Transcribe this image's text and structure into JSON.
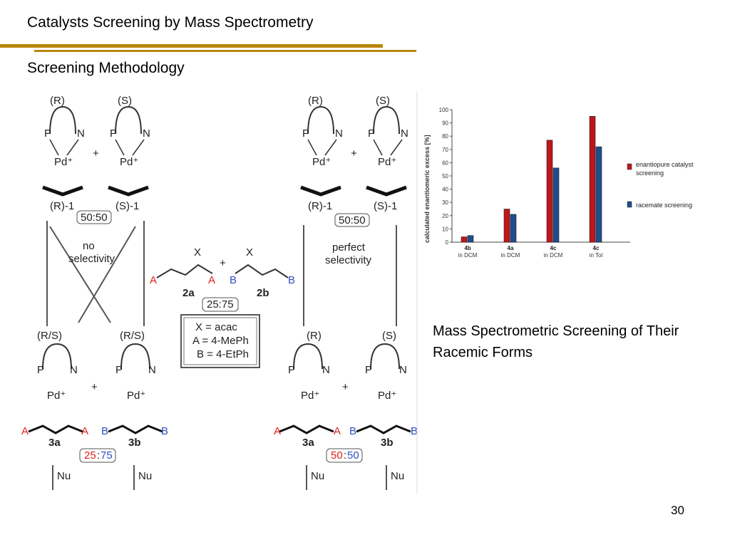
{
  "slide": {
    "title": "Catalysts Screening by Mass Spectrometry",
    "subtitle": "Screening Methodology",
    "caption": "Mass Spectrometric Screening of Their Racemic Forms",
    "page_number": "30",
    "accent_color": "#b8860b"
  },
  "scheme": {
    "left": {
      "cat_R": "(R)",
      "cat_S": "(S)",
      "label_R": "(R)-1",
      "label_S": "(S)-1",
      "ratio": "50:50",
      "note_line1": "no",
      "note_line2": "selectivity",
      "prod_RS_1": "(R/S)",
      "prod_RS_2": "(R/S)",
      "label_3a": "3a",
      "label_3b": "3b",
      "ratio_a": "25",
      "ratio_b": "75",
      "nu": "Nu"
    },
    "right": {
      "cat_R": "(R)",
      "cat_S": "(S)",
      "label_R": "(R)-1",
      "label_S": "(S)-1",
      "ratio": "50:50",
      "note_line1": "perfect",
      "note_line2": "selectivity",
      "prod_R": "(R)",
      "prod_S": "(S)",
      "label_3a": "3a",
      "label_3b": "3b",
      "ratio_a": "50",
      "ratio_b": "50",
      "nu": "Nu"
    },
    "center": {
      "x": "X",
      "a": "A",
      "b": "B",
      "label_2a": "2a",
      "label_2b": "2b",
      "ratio": "25:75",
      "legend_1": "X   = acac",
      "legend_2": "A = 4-MePh",
      "legend_3": "B = 4-EtPh"
    },
    "atoms": {
      "p": "P",
      "n": "N",
      "pd": "Pd⁺",
      "plus": "+"
    },
    "colors": {
      "a_red": "#e02020",
      "b_blue": "#3050c0"
    }
  },
  "chart_data": {
    "type": "bar",
    "ylabel": "calculated enantiomeric excess [%]",
    "ylim": [
      0,
      100
    ],
    "yticks": [
      "0",
      "10",
      "20",
      "30",
      "40",
      "50",
      "60",
      "70",
      "80",
      "90",
      "100"
    ],
    "categories": [
      "4b",
      "4a",
      "4c",
      "4c"
    ],
    "category_sublabels": [
      "in DCM",
      "in DCM",
      "in DCM",
      "in Tol"
    ],
    "series": [
      {
        "name": "enantiopure catalyst screening",
        "color": "#c0151b",
        "values": [
          4,
          25,
          77,
          95
        ]
      },
      {
        "name": "racemate screening",
        "color": "#1f4e8c",
        "values": [
          5,
          21,
          56,
          72
        ]
      }
    ],
    "legend_position": "right"
  }
}
